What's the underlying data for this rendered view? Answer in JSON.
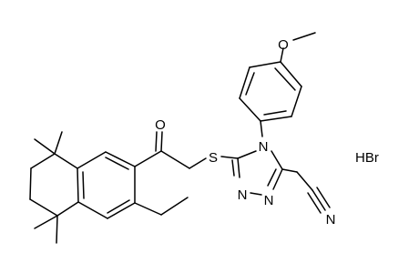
{
  "molecule": {
    "atoms": {
      "methoxy_o": "O",
      "carbonyl_o": "O",
      "thioether_s": "S",
      "triazole_n4": "N",
      "triazole_n1": "N",
      "triazole_n2": "N",
      "nitrile_n": "N"
    },
    "salt": "HBr"
  }
}
